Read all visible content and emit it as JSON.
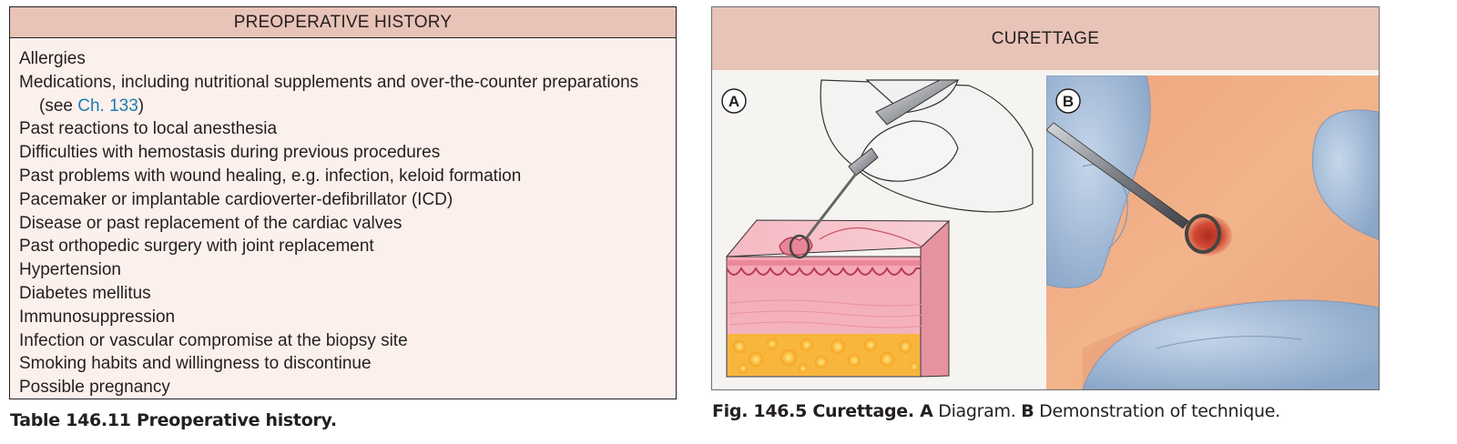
{
  "table": {
    "header": "PREOPERATIVE HISTORY",
    "items": [
      "Allergies",
      "Medications, including nutritional supplements and over-the-counter preparations (see ",
      "Past reactions to local anesthesia",
      "Difficulties with hemostasis during previous procedures",
      "Past problems with wound healing, e.g. infection, keloid formation",
      "Pacemaker or implantable cardioverter-defibrillator (ICD)",
      "Disease or past replacement of the cardiac valves",
      "Past orthopedic surgery with joint replacement",
      "Hypertension",
      "Diabetes mellitus",
      "Immunosuppression",
      "Infection or vascular compromise at the biopsy site",
      "Smoking habits and willingness to discontinue",
      "Possible pregnancy"
    ],
    "xref_text": "Ch. 133",
    "xref_suffix": ")",
    "caption_label": "Table 146.11",
    "caption_text": " Preoperative history."
  },
  "figure": {
    "header": "CURETTAGE",
    "panel_a_label": "A",
    "panel_b_label": "B",
    "caption_label": "Fig. 146.5",
    "caption_title": " Curettage. ",
    "caption_a": "A",
    "caption_a_text": " Diagram. ",
    "caption_b": "B",
    "caption_b_text": " Demonstration of technique."
  },
  "colors": {
    "header_fill": "#e8c3b7",
    "table_fill": "#fcf0ec",
    "link": "#1b7db4"
  }
}
